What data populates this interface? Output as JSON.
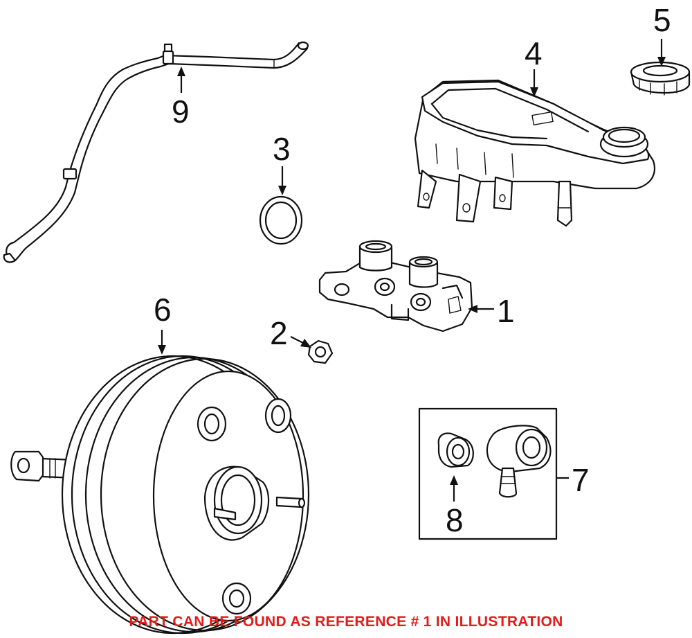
{
  "callouts": {
    "c1": "1",
    "c2": "2",
    "c3": "3",
    "c4": "4",
    "c5": "5",
    "c6": "6",
    "c7": "7",
    "c8": "8",
    "c9": "9"
  },
  "footer_note": "PART CAN BE FOUND AS REFERENCE # 1 IN ILLUSTRATION",
  "colors": {
    "line": "#111111",
    "note": "#e31b1b",
    "background": "#ffffff"
  }
}
